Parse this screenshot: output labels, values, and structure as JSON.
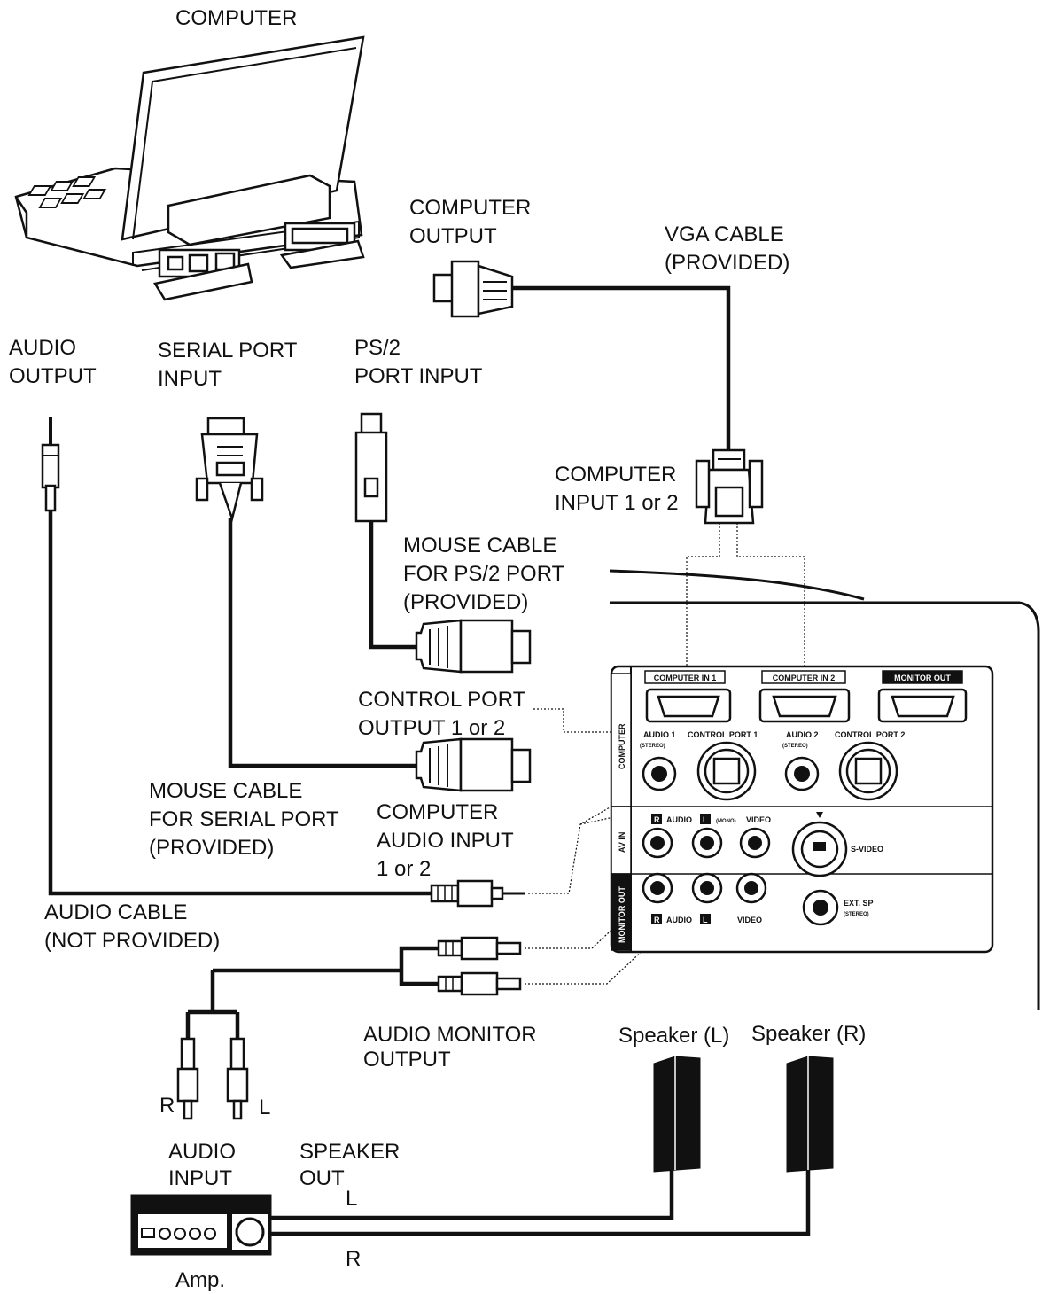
{
  "labels": {
    "computer": "COMPUTER",
    "computer_output_1": "COMPUTER",
    "computer_output_2": "OUTPUT",
    "vga_cable_1": "VGA CABLE",
    "vga_cable_2": "(PROVIDED)",
    "audio_output_1": "AUDIO",
    "audio_output_2": "OUTPUT",
    "serial_port_input_1": "SERIAL PORT",
    "serial_port_input_2": "INPUT",
    "ps2_port_input_1": "PS/2",
    "ps2_port_input_2": "PORT INPUT",
    "computer_input_1": "COMPUTER",
    "computer_input_2": "INPUT 1 or 2",
    "mouse_cable_ps2_1": "MOUSE CABLE",
    "mouse_cable_ps2_2": "FOR PS/2 PORT",
    "mouse_cable_ps2_3": "(PROVIDED)",
    "control_port_output_1": "CONTROL PORT",
    "control_port_output_2": "OUTPUT 1 or 2",
    "mouse_cable_serial_1": "MOUSE CABLE",
    "mouse_cable_serial_2": "FOR SERIAL PORT",
    "mouse_cable_serial_3": "(PROVIDED)",
    "computer_audio_input_1": "COMPUTER",
    "computer_audio_input_2": "AUDIO INPUT",
    "computer_audio_input_3": "1 or 2",
    "audio_cable_1": "AUDIO CABLE",
    "audio_cable_2": "(NOT PROVIDED)",
    "audio_monitor_output_1": "AUDIO MONITOR",
    "audio_monitor_output_2": "OUTPUT",
    "speaker_l": "Speaker (L)",
    "speaker_r": "Speaker (R)",
    "plug_r": "R",
    "plug_l": "L",
    "audio_input_1": "AUDIO",
    "audio_input_2": "INPUT",
    "speaker_out_1": "SPEAKER",
    "speaker_out_2": "OUT",
    "wire_l": "L",
    "wire_r": "R",
    "amp": "Amp."
  },
  "panel": {
    "computer_in_1": "COMPUTER IN 1",
    "computer_in_2": "COMPUTER IN 2",
    "monitor_out": "MONITOR OUT",
    "audio_1": "AUDIO 1",
    "audio_1_stereo": "(STEREO)",
    "control_port_1": "CONTROL PORT 1",
    "audio_2": "AUDIO 2",
    "audio_2_stereo": "(STEREO)",
    "control_port_2": "CONTROL PORT 2",
    "side_computer": "COMPUTER",
    "side_av_in": "AV IN",
    "side_monitor_out": "MONITOR OUT",
    "r_badge": "R",
    "audio_word": "AUDIO",
    "l_badge": "L",
    "mono": "(MONO)",
    "video": "VIDEO",
    "s_video": "S-VIDEO",
    "r_badge_2": "R",
    "audio_word_2": "AUDIO",
    "l_badge_2": "L",
    "video_2": "VIDEO",
    "ext_sp": "EXT. SP",
    "ext_sp_stereo": "(STEREO)"
  }
}
